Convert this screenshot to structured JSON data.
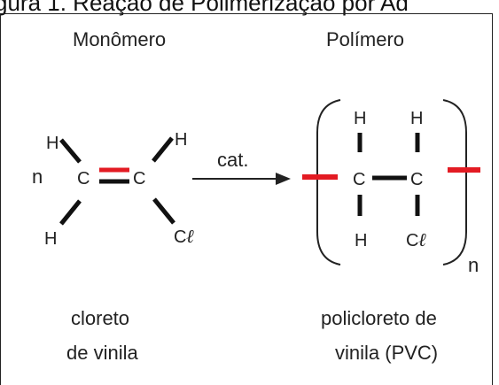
{
  "caption": "gura 1. Reação de Polimerização por Ad",
  "monomer": {
    "heading": "Monômero",
    "coefficient": "n",
    "atoms": {
      "h_top_left": "H",
      "h_top_right": "H",
      "h_bottom_left": "H",
      "c_left": "C",
      "c_right": "C",
      "cl_symbol": "C",
      "cl_suffix": "ℓ"
    },
    "name_line1": "cloreto",
    "name_line2": "de vinila"
  },
  "arrow": {
    "label": "cat."
  },
  "polymer": {
    "heading": "Polímero",
    "subscript": "n",
    "atoms": {
      "h_top_left": "H",
      "h_top_right": "H",
      "h_bottom_left": "H",
      "c_left": "C",
      "c_right": "C",
      "cl_symbol": "C",
      "cl_suffix": "ℓ"
    },
    "name_line1": "policloreto de",
    "name_line2": "vinila (PVC)"
  },
  "colors": {
    "bond_highlight": "#e31b23",
    "bond": "#111111",
    "text": "#222222"
  }
}
